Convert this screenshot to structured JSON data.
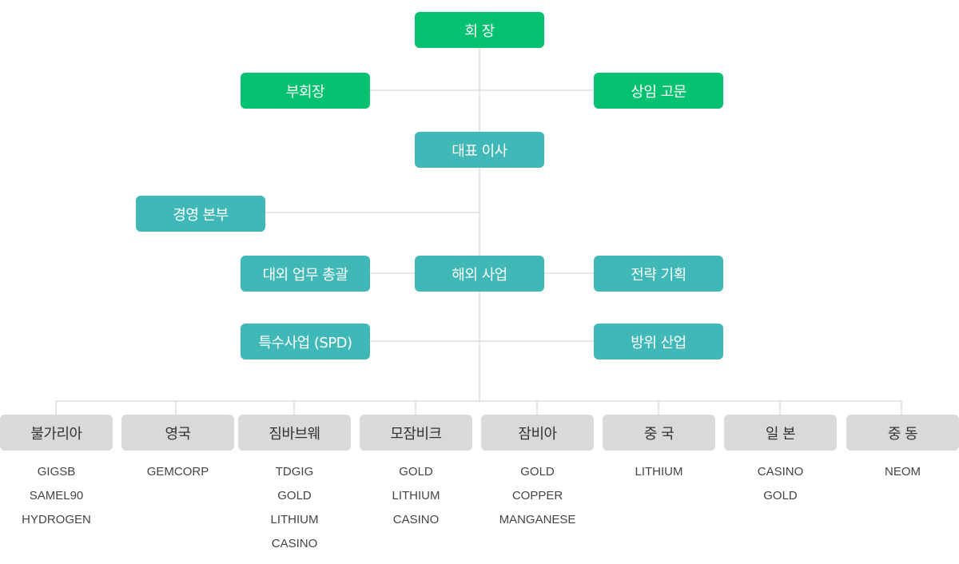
{
  "top": {
    "chairman": "회 장",
    "vice_chairman": "부회장",
    "advisor": "상임 고문",
    "ceo": "대표 이사",
    "management": "경영 본부",
    "external": "대외 업무 총괄",
    "overseas": "해외 사업",
    "strategy": "전략 기획",
    "spd": "특수사업 (SPD)",
    "defense": "방위 산업"
  },
  "countries": [
    {
      "name": "불가리아",
      "items": [
        "GIGSB",
        "SAMEL90",
        "HYDROGEN"
      ]
    },
    {
      "name": "영국",
      "items": [
        "GEMCORP"
      ]
    },
    {
      "name": "짐바브웨",
      "items": [
        "TDGIG",
        "GOLD",
        "LITHIUM",
        "CASINO"
      ]
    },
    {
      "name": "모잠비크",
      "items": [
        "GOLD",
        "LITHIUM",
        "CASINO"
      ]
    },
    {
      "name": "잠비아",
      "items": [
        "GOLD",
        "COPPER",
        "MANGANESE"
      ]
    },
    {
      "name": "중 국",
      "items": [
        "LITHIUM"
      ]
    },
    {
      "name": "일 본",
      "items": [
        "CASINO",
        "GOLD"
      ]
    },
    {
      "name": "중 동",
      "items": [
        "NEOM"
      ]
    }
  ],
  "colors": {
    "green": "#06c270",
    "teal": "#3fb8b7",
    "gray": "#d9d9d9",
    "line": "#cccccc"
  }
}
